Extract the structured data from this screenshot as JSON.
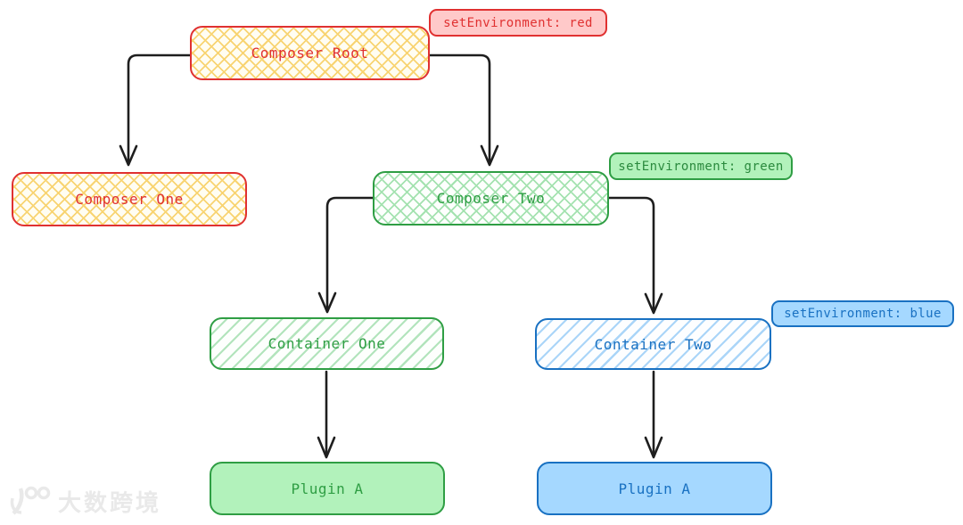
{
  "diagram": {
    "nodes": {
      "composer_root": {
        "label": "Composer Root",
        "style": "yellow-crosshatch-red-border"
      },
      "composer_one": {
        "label": "Composer One",
        "style": "yellow-crosshatch-red-border"
      },
      "composer_two": {
        "label": "Composer Two",
        "style": "green-crosshatch-green-border"
      },
      "container_one": {
        "label": "Container One",
        "style": "green-hachure-green-border"
      },
      "container_two": {
        "label": "Container Two",
        "style": "blue-hachure-blue-border"
      },
      "plugin_a_green": {
        "label": "Plugin A",
        "style": "solid-green"
      },
      "plugin_a_blue": {
        "label": "Plugin A",
        "style": "solid-blue"
      }
    },
    "badges": {
      "red": {
        "label": "setEnvironment: red"
      },
      "green": {
        "label": "setEnvironment: green"
      },
      "blue": {
        "label": "setEnvironment: blue"
      }
    },
    "edges": [
      {
        "from": "composer_root",
        "to": "composer_one"
      },
      {
        "from": "composer_root",
        "to": "composer_two"
      },
      {
        "from": "composer_two",
        "to": "container_one"
      },
      {
        "from": "composer_two",
        "to": "container_two"
      },
      {
        "from": "container_one",
        "to": "plugin_a_green"
      },
      {
        "from": "container_two",
        "to": "plugin_a_blue"
      }
    ]
  },
  "watermark": {
    "logo": "100",
    "text": "大数跨境"
  },
  "colors": {
    "red_stroke": "#e03131",
    "red_fill": "#ffc9c9",
    "green_stroke": "#2f9e44",
    "green_fill": "#b2f2bb",
    "badge_green_text": "#2b8a3e",
    "blue_stroke": "#1971c2",
    "blue_fill": "#a5d8ff",
    "yellow_hatch": "#f8d472",
    "green_hatch": "#a4e2b0",
    "green_hatch_light": "#b2e4bc",
    "blue_hatch": "#aad5f8",
    "arrow": "#1e1e1e",
    "watermark": "#e9e9e9"
  }
}
